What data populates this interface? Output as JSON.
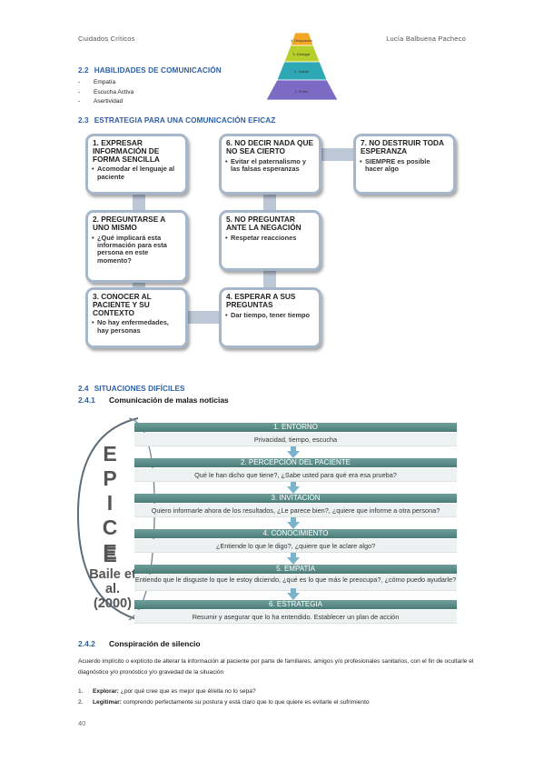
{
  "header": {
    "left": "Cuidados Críticos",
    "right": "Lucía Balbuena Pacheco"
  },
  "section_22": {
    "num": "2.2",
    "title": "HABILIDADES DE COMUNICACIÓN"
  },
  "skills": [
    "Empatía",
    "Escucha Activa",
    "Asertividad"
  ],
  "pyramid": {
    "levels": [
      "4. Responder",
      "3. Dialogar",
      "2. Validar",
      "1. Poner"
    ]
  },
  "section_23": {
    "num": "2.3",
    "title": "ESTRATEGIA PARA UNA COMUNICACIÓN EFICAZ"
  },
  "strategy": {
    "b1": {
      "title": "1. EXPRESAR INFORMACIÓN DE FORMA SENCILLA",
      "bullet": "Acomodar el lenguaje al paciente"
    },
    "b2": {
      "title": "2. PREGUNTARSE A UNO MISMO",
      "bullet": "¿Qué implicará esta información para esta persona en este momento?"
    },
    "b3": {
      "title": "3. CONOCER AL PACIENTE Y SU CONTEXTO",
      "bullet": "No hay enfermedades, hay personas"
    },
    "b4": {
      "title": "4. ESPERAR A SUS PREGUNTAS",
      "bullet": "Dar tiempo, tener tiempo"
    },
    "b5": {
      "title": "5. NO PREGUNTAR ANTE LA NEGACIÓN",
      "bullet": "Respetar reacciones"
    },
    "b6": {
      "title": "6. NO DECIR NADA QUE NO SEA CIERTO",
      "bullet": "Evitar el paternalismo y las falsas esperanzas"
    },
    "b7": {
      "title": "7. NO DESTRUIR TODA ESPERANZA",
      "bullet": "SIEMPRE es posible hacer algo"
    }
  },
  "section_24": {
    "num": "2.4",
    "title": "SITUACIONES DIFÍCILES"
  },
  "section_241": {
    "num": "2.4.1",
    "title": "Comunicación de malas noticias"
  },
  "epicee": {
    "letters": [
      "E",
      "P",
      "I",
      "C",
      "E",
      "E"
    ],
    "ref": "Baile et al. (2000)",
    "steps": [
      {
        "title": "1. ENTORNO",
        "text": "Privacidad, tiempo, escucha"
      },
      {
        "title": "2. PERCEPCIÓN DEL PACIENTE",
        "text": "Qué le han dicho que tiene?, ¿Sabe usted para qué era esa prueba?"
      },
      {
        "title": "3. INVITACIÓN",
        "text": "Quiero informarle ahora de los resultados,  ¿Le parece bien?, ¿quiere que informe a otra persona?"
      },
      {
        "title": "4. CONOCIMIENTO",
        "text": "¿Entiende lo que le digo?, ¿quiere que le aclare algo?"
      },
      {
        "title": "5. EMPATÍA",
        "text": "Entiendo que le disguste lo que le estoy diciendo, ¿qué es lo que más le preocupa?, ¿cómo puedo ayudarle?"
      },
      {
        "title": "6. ESTRATEGIA",
        "text": "Resumir y asegurar que lo ha entendido. Establecer un plan de acción"
      }
    ]
  },
  "section_242": {
    "num": "2.4.2",
    "title": "Conspiración de silencio"
  },
  "paragraph": "Acuerdo implícito o explícito de alterar la información al paciente por parte de familiares, amigos y/o profesionales sanitarios, con el fin de ocultarle el diagnóstico y/o pronóstico y/o gravedad de la situación",
  "steps_list": [
    {
      "num": "1.",
      "label": "Explorar:",
      "text": " ¿por qué cree que es mejor que él/ella no lo sepa?"
    },
    {
      "num": "2.",
      "label": "Legitimar:",
      "text": " comprendo perfectamente su postura y está claro que lo que quiere es evitarle el sufrimiento"
    }
  ],
  "page_number": "40",
  "colors": {
    "accent": "#2e5fa3",
    "box_border": "#a7b7cb",
    "band": "#5b8c87",
    "arrow": "#7ab4cc"
  }
}
